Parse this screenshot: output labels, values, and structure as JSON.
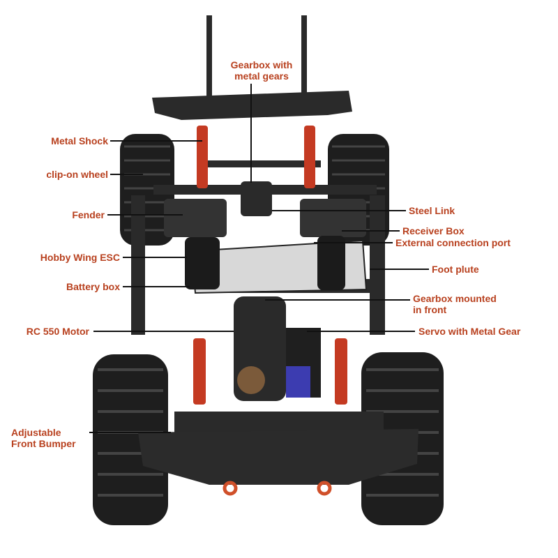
{
  "accent_color": "#b8401e",
  "labels": {
    "gearbox_metal_gears": [
      "Gearbox with",
      "metal gears"
    ],
    "metal_shock": "Metal Shock",
    "clip_on_wheel": "clip-on wheel",
    "fender": "Fender",
    "hobby_wing_esc": "Hobby Wing ESC",
    "battery_box": "Battery box",
    "rc550_motor": "RC 550 Motor",
    "front_bumper": [
      "Adjustable",
      "Front Bumper"
    ],
    "steel_link": "Steel Link",
    "receiver_box": "Receiver Box",
    "external_port": "External connection port",
    "foot_plute": "Foot plute",
    "gearbox_front": [
      "Gearbox mounted",
      "in front"
    ],
    "servo": "Servo with Metal Gear"
  }
}
